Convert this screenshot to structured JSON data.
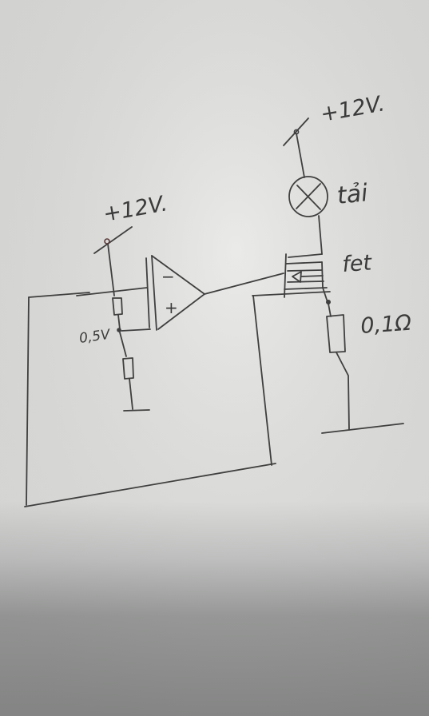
{
  "labels": {
    "supply_left": "+12V.",
    "supply_right": "+12V.",
    "lamp": "tải",
    "mosfet": "fet",
    "shunt": "0,1Ω",
    "divider_voltage": "0,5V",
    "opamp_minus": "−",
    "opamp_plus": "+"
  },
  "colors": {
    "paper": "#e6e6e4",
    "paper_shadow": "#9b9c9b",
    "ink": "#3f3f3f"
  }
}
